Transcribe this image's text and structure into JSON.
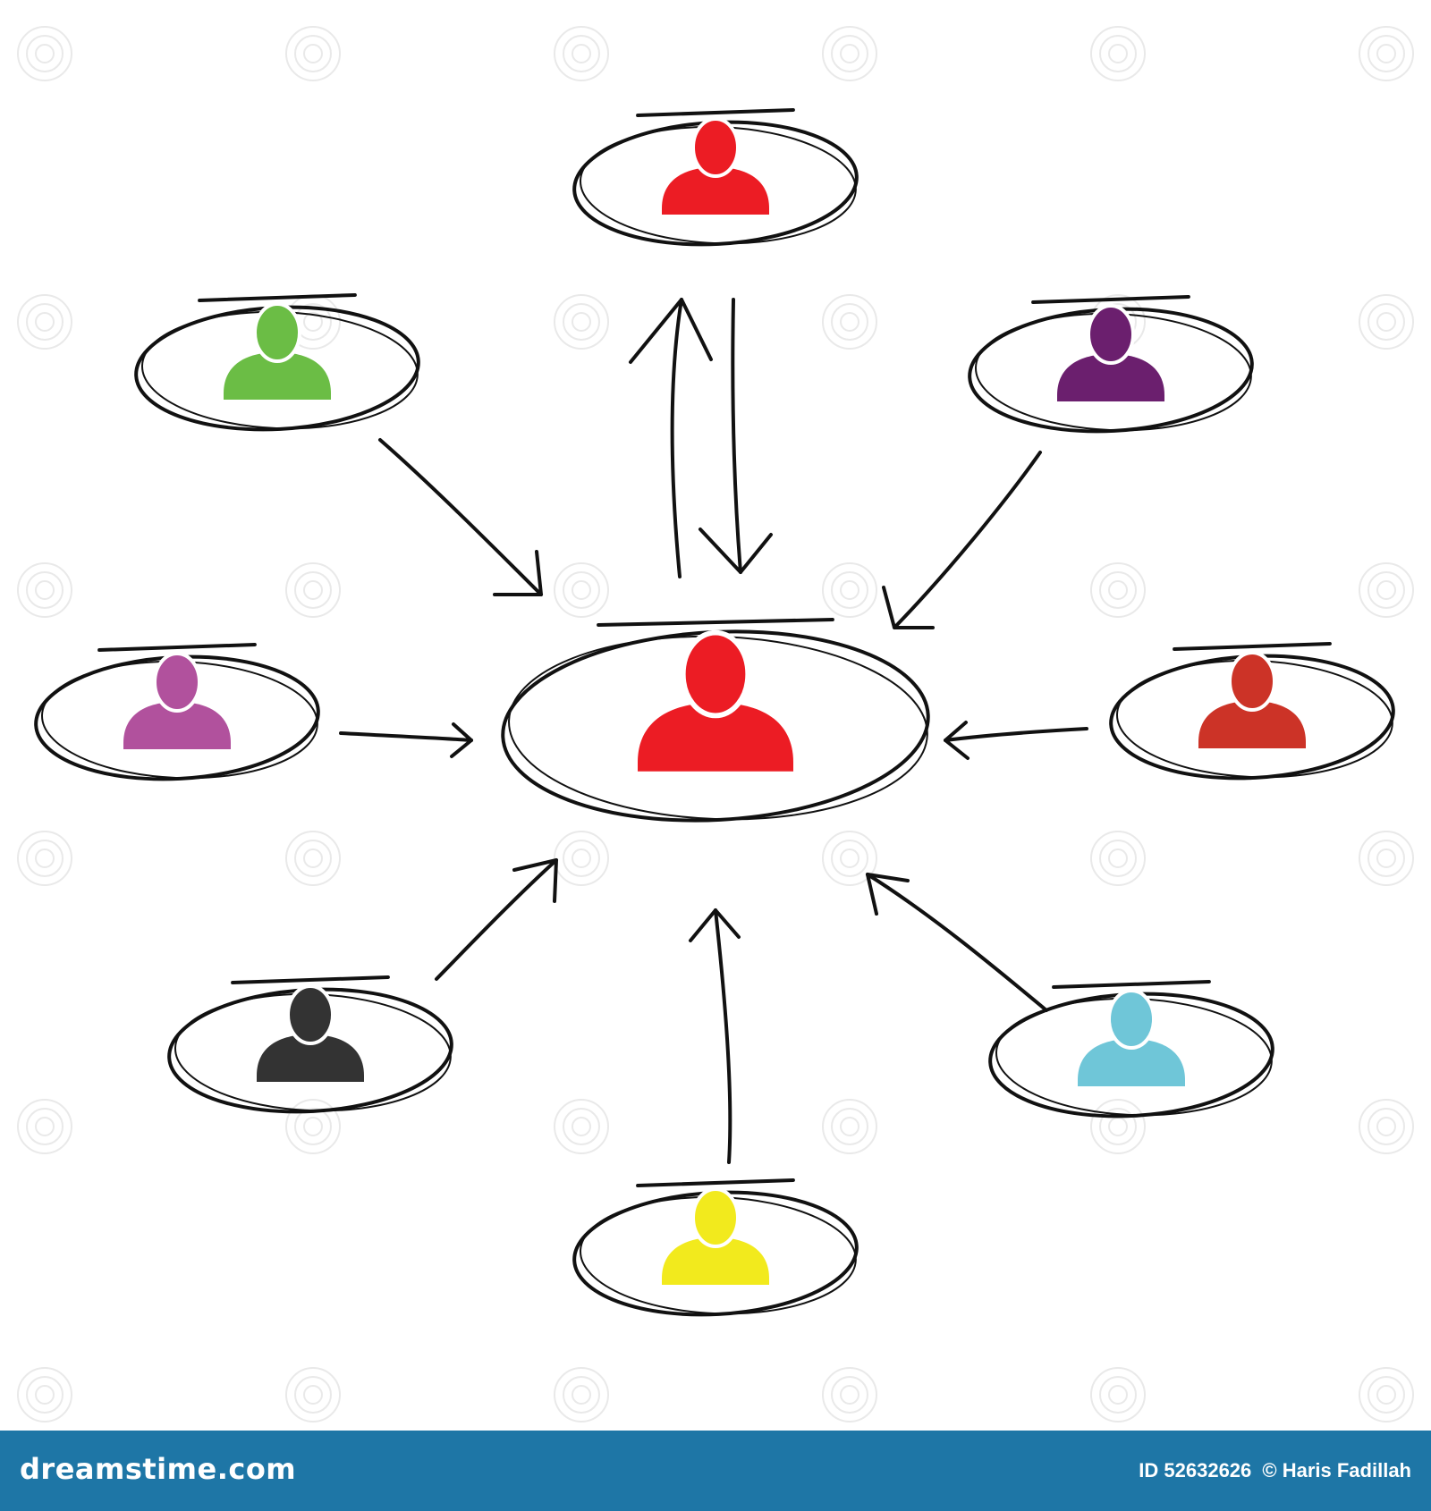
{
  "diagram": {
    "central_node": {
      "icon": "person-icon",
      "color": "#ec1c24"
    },
    "nodes": [
      {
        "id": "top",
        "icon": "person-icon",
        "color": "#ec1c24",
        "link": "two-way"
      },
      {
        "id": "upper-left",
        "icon": "person-icon",
        "color": "#6bbd45",
        "link": "inbound"
      },
      {
        "id": "upper-right",
        "icon": "person-icon",
        "color": "#6b1f6e",
        "link": "inbound"
      },
      {
        "id": "left",
        "icon": "person-icon",
        "color": "#b1519d",
        "link": "inbound"
      },
      {
        "id": "right",
        "icon": "person-icon",
        "color": "#cc3327",
        "link": "inbound"
      },
      {
        "id": "lower-left",
        "icon": "person-icon",
        "color": "#333333",
        "link": "inbound"
      },
      {
        "id": "lower-right",
        "icon": "person-icon",
        "color": "#6fc6d8",
        "link": "inbound"
      },
      {
        "id": "bottom",
        "icon": "person-icon",
        "color": "#f2ea1d",
        "link": "inbound"
      }
    ],
    "stroke_color": "#111111"
  },
  "footer": {
    "logo": "dreamstime.com",
    "image_id": "ID 52632626",
    "copyright": "© Haris Fadillah",
    "background": "#1e76a6"
  }
}
